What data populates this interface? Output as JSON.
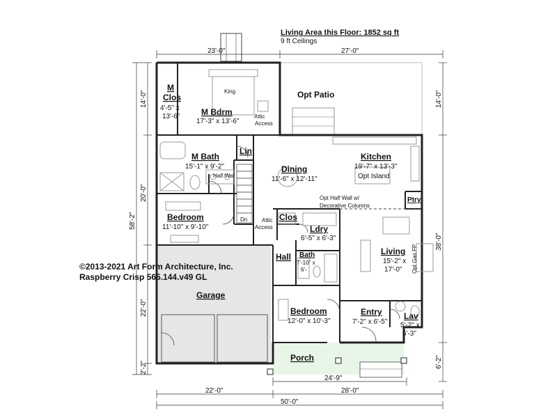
{
  "header": {
    "living_area": "Living Area this Floor: 1852 sq ft",
    "ceilings": "9 ft Ceilings"
  },
  "copyright": {
    "line1": "©2013-2021 Art Form Architecture, Inc.",
    "line2": "Raspberry Crisp 565.144.v49 GL"
  },
  "dimensions": {
    "top_left": "23'-0\"",
    "top_right": "27'-0\"",
    "left_top": "14'-0\"",
    "left_mid": "20'-0\"",
    "left_total": "58'-2\"",
    "left_garage": "22'-0\"",
    "left_bottom": "2'-2\"",
    "right_top": "14'-0\"",
    "right_mid": "38'-0\"",
    "right_bottom": "6'-2\"",
    "bottom_porch": "24'-9\"",
    "bottom_left": "22'-0\"",
    "bottom_right": "28'-0\"",
    "bottom_total": "50'-0\""
  },
  "rooms": {
    "m_clos": {
      "name1": "M",
      "name2": "Clos",
      "size1": "4'-5\" x",
      "size2": "13'-6\""
    },
    "m_bdrm": {
      "name": "M Bdrm",
      "size": "17'-3\" x 13'-6\"",
      "bed": "King"
    },
    "attic_top": {
      "l1": "Attic",
      "l2": "Access"
    },
    "opt_patio": {
      "name": "Opt Patio"
    },
    "m_bath": {
      "name": "M Bath",
      "size": "15'-1\" x 9'-2\"",
      "half_wall": "Half Wall"
    },
    "lin": {
      "name": "Lin"
    },
    "dining": {
      "name": "Dining",
      "size": "11'-6\" x 12'-11\""
    },
    "kitchen": {
      "name": "Kitchen",
      "size": "19'-7\" x 13'-3\"",
      "island": "Opt Island"
    },
    "ptry": {
      "name": "Ptry"
    },
    "half_wall_note": {
      "l1": "Opt Half Wall w/",
      "l2": "Decorative Columns"
    },
    "bedroom_left": {
      "name": "Bedroom",
      "size": "11'-10\" x 9'-10\""
    },
    "dn": {
      "label": "Dn"
    },
    "attic_mid": {
      "l1": "Attic",
      "l2": "Access"
    },
    "clos": {
      "name": "Clos"
    },
    "ldry": {
      "name": "Ldry",
      "size": "6'-5\" x 6'-3\""
    },
    "living": {
      "name": "Living",
      "size1": "15'-2\" x",
      "size2": "17'-0\"",
      "fp": "Opt Gas FP"
    },
    "hall": {
      "name": "Hall"
    },
    "bath": {
      "name": "Bath",
      "size1": "7'-10\" x",
      "size2": "6'-"
    },
    "garage": {
      "name": "Garage"
    },
    "bedroom_front": {
      "name": "Bedroom",
      "size": "12'-0\" x 10'-3\""
    },
    "entry": {
      "name": "Entry",
      "size": "7'-2\" x 6'-5\""
    },
    "lav": {
      "name": "Lav",
      "size1": "5'-2\" x",
      "size2": "5'-3\""
    },
    "porch": {
      "name": "Porch"
    }
  },
  "colors": {
    "wall": "#222222",
    "garage_fill": "#e6e6e6",
    "porch_fill": "#e8f6e8",
    "patio_line": "#bbbbbb",
    "fixture": "#9a9a9a"
  }
}
